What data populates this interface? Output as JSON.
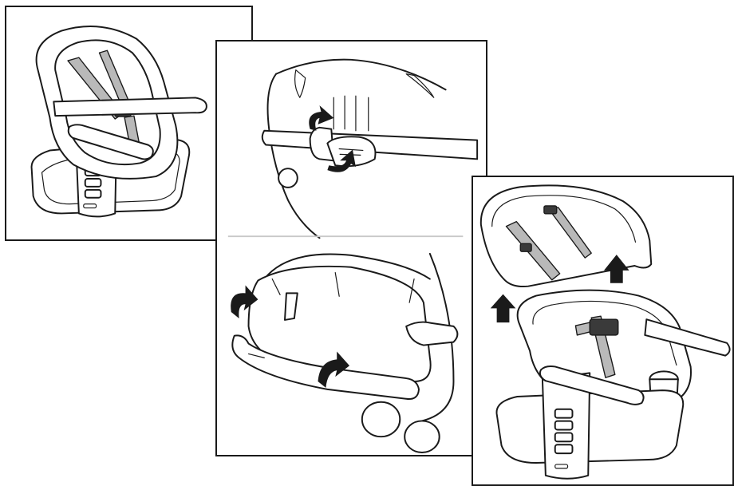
{
  "figure": {
    "panels": [
      {
        "name": "assembled-high-chair"
      },
      {
        "name": "attach-tray-and-seat-clips"
      },
      {
        "name": "seat-pad-removal"
      }
    ],
    "colors": {
      "line": "#1a1a1a",
      "strap": "#b9b9b9",
      "buckle": "#3a3a3a",
      "divider": "#c8c8c8",
      "background": "#ffffff"
    },
    "icons": [
      "up-arrow-icon",
      "curved-arrow-icon"
    ]
  }
}
